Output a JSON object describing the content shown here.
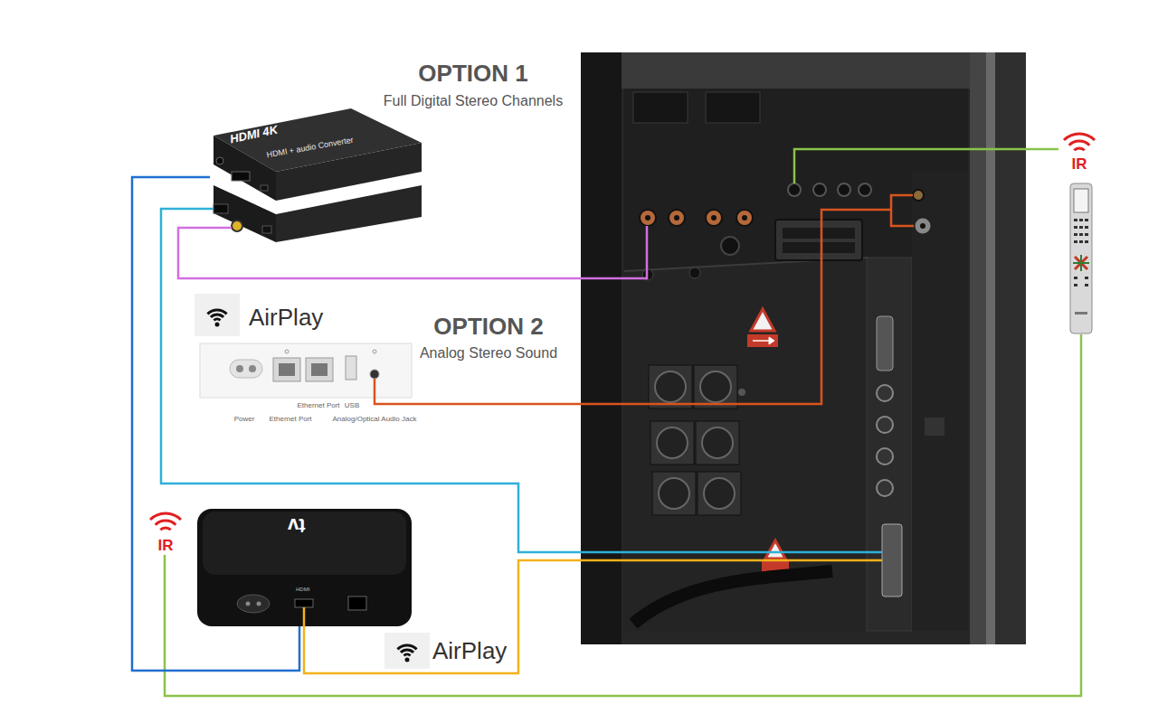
{
  "diagram": {
    "nodes": [
      {
        "text": [
          "HDMI 4K",
          "HDMI + audio Converter"
        ]
      },
      {
        "text": [
          "tv",
          "HDMI"
        ]
      }
    ],
    "edges": [
      {
        "from": 1,
        "to": 0,
        "arrow": "none"
      }
    ],
    "labels": [
      "OPTION 1",
      "Full Digital Stereo Channels",
      "AirPlay",
      "OPTION 2",
      "Analog Stereo Sound",
      "Power",
      "Ethernet Port",
      "Ethernet Port",
      "USB",
      "Analog/Optical Audio Jack",
      "AirPlay",
      "IR",
      "IR"
    ]
  }
}
